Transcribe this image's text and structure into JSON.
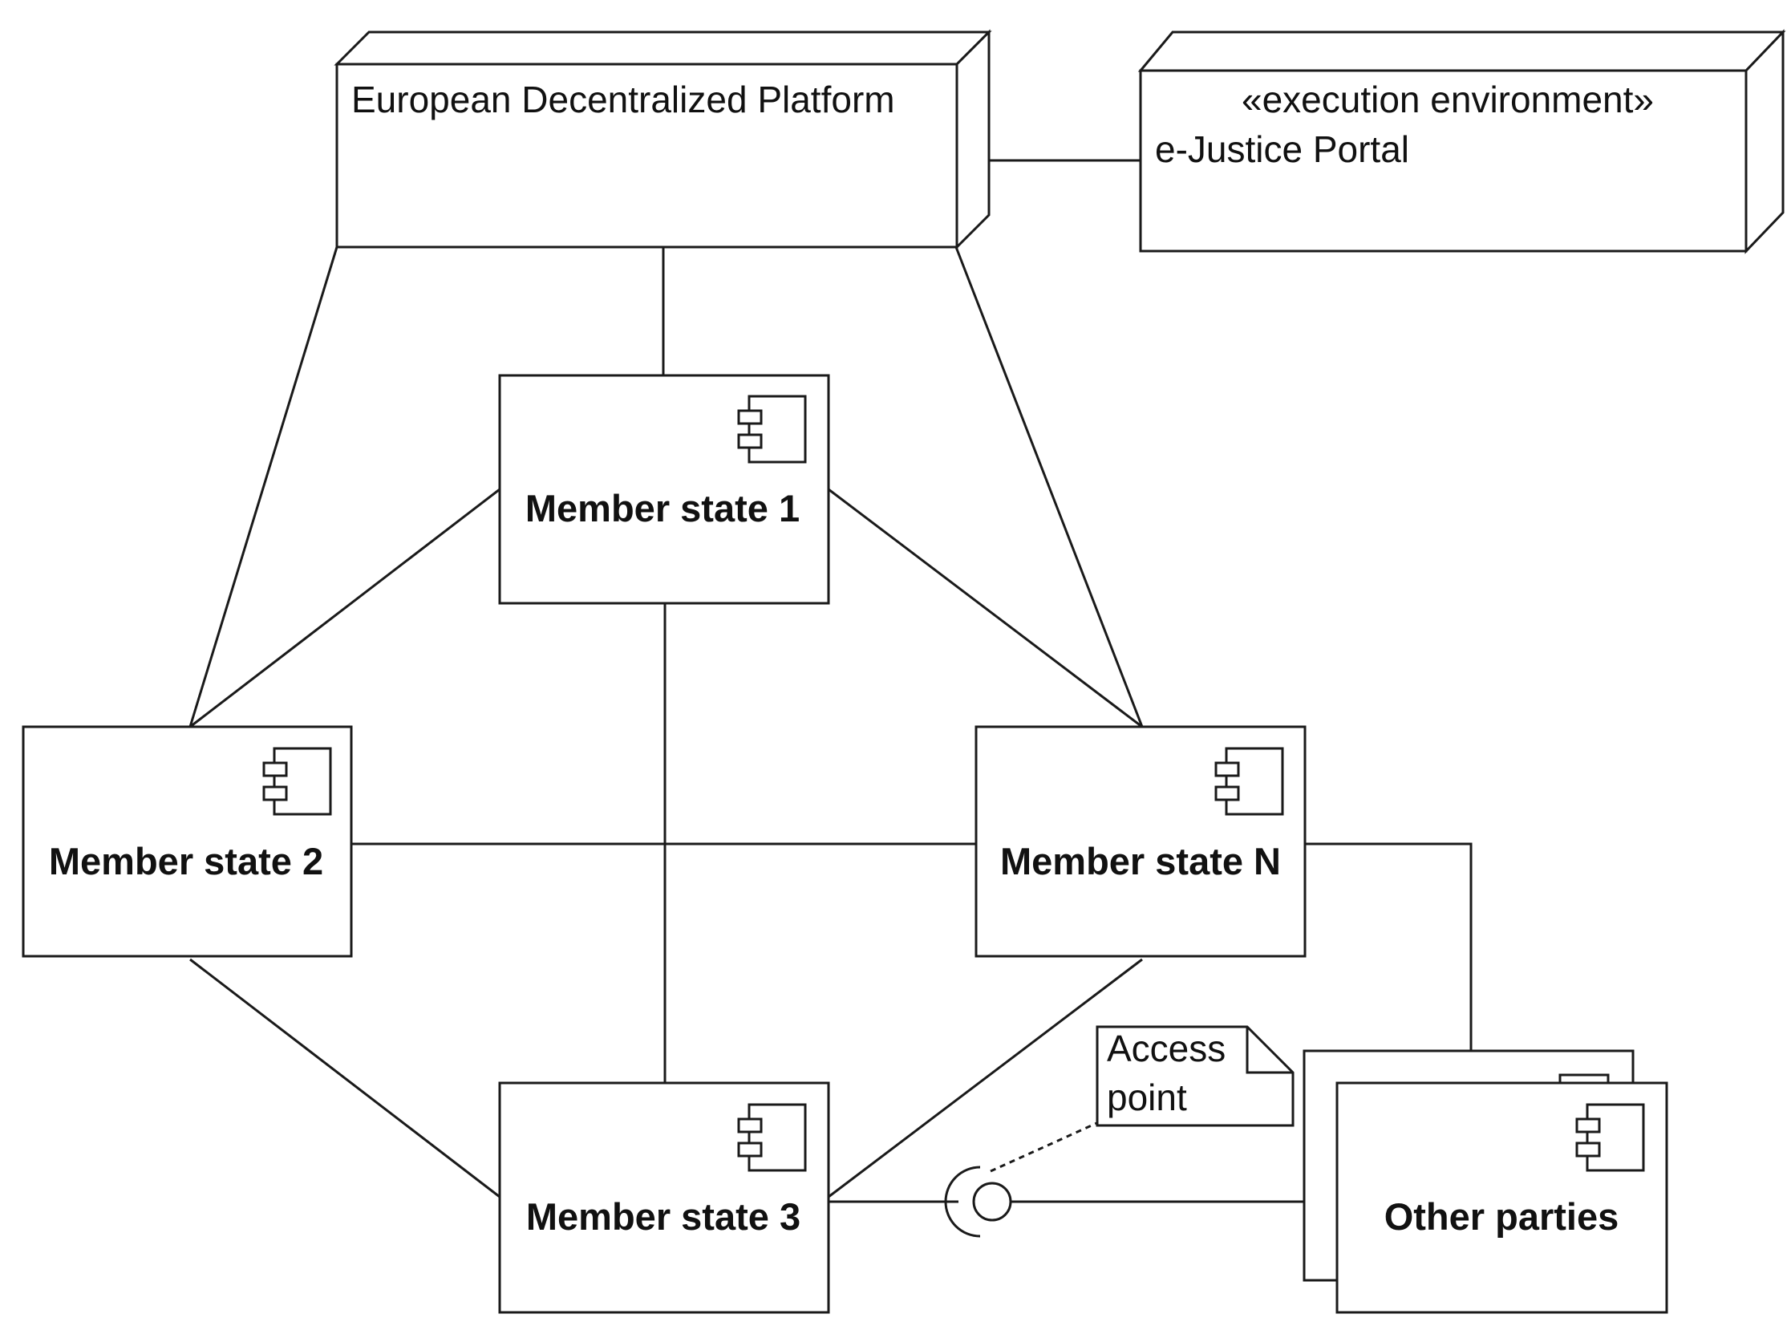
{
  "diagram": {
    "platform": {
      "label": "European Decentralized Platform"
    },
    "portal": {
      "stereotype": "«execution environment»",
      "label": "e-Justice Portal"
    },
    "components": {
      "ms1": {
        "label": "Member state 1",
        "icon": "component-icon"
      },
      "ms2": {
        "label": "Member state 2",
        "icon": "component-icon"
      },
      "msn": {
        "label": "Member state N",
        "icon": "component-icon"
      },
      "ms3": {
        "label": "Member state 3",
        "icon": "component-icon"
      },
      "others": {
        "label": "Other parties",
        "icon": "component-icon"
      }
    },
    "note": {
      "line1": "Access",
      "line2": "point"
    }
  }
}
